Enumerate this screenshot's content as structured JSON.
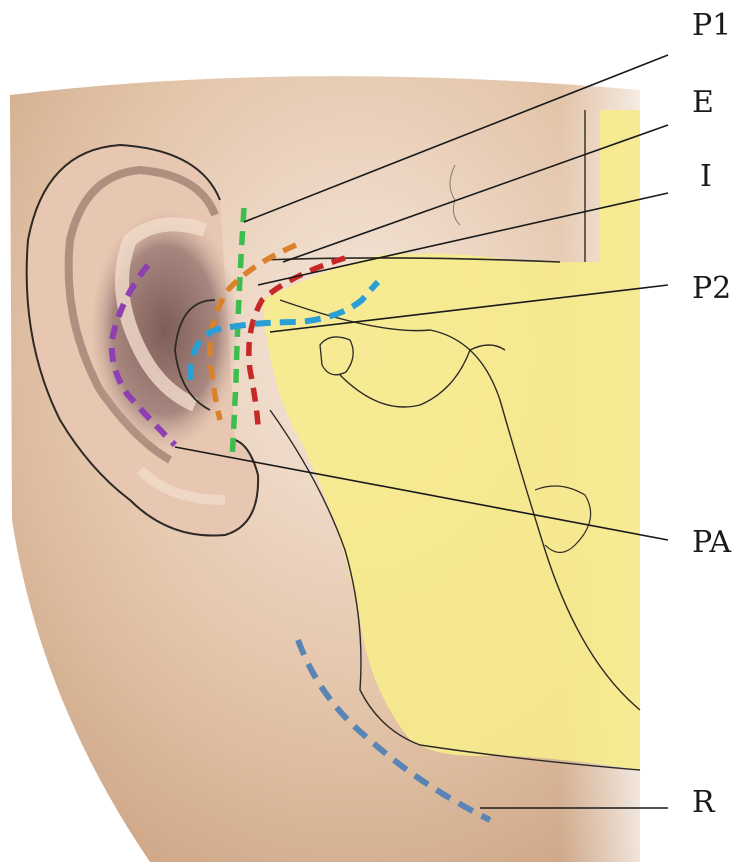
{
  "labels": {
    "p1": "P1",
    "e": "E",
    "i": "I",
    "p2": "P2",
    "pa": "PA",
    "r": "R"
  },
  "colors": {
    "skin": "#d9b596",
    "skin_light": "#f3e6d9",
    "bone": "#f7ee8a",
    "p1_green": "#3dbd4e",
    "e_orange": "#d9822b",
    "i_red": "#c62828",
    "p2_blue": "#2a9fd6",
    "pa_purple": "#8e3fb2",
    "r_steelblue": "#5b84b6"
  }
}
